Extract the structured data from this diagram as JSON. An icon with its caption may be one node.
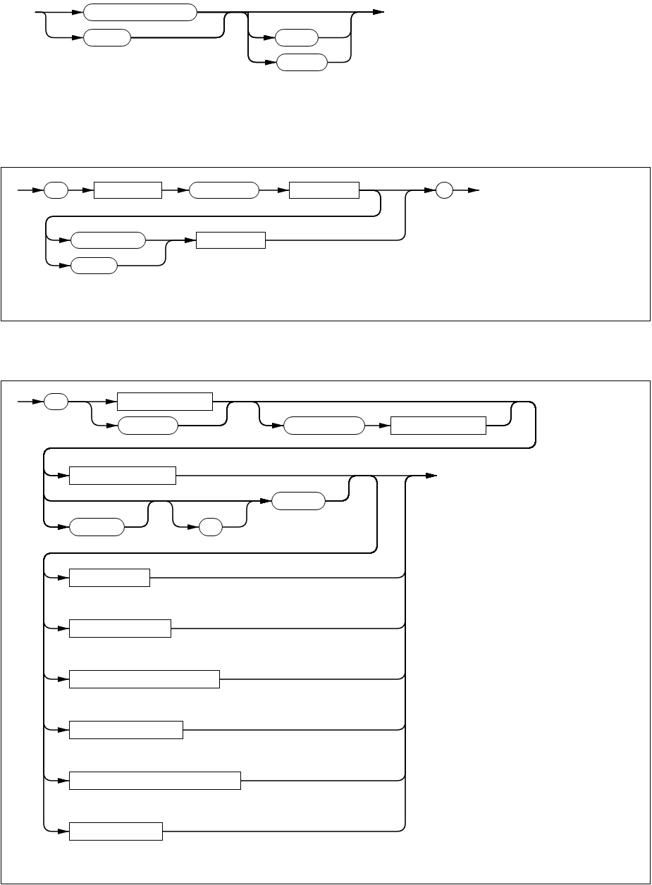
{
  "diagram": {
    "nodes": [
      {
        "text": [],
        "shape": "pill"
      },
      {
        "text": [],
        "shape": "pill"
      },
      {
        "text": [],
        "shape": "pill"
      },
      {
        "text": [],
        "shape": "pill"
      },
      {
        "text": [],
        "shape": "pill"
      },
      {
        "text": [],
        "shape": "box"
      },
      {
        "text": [],
        "shape": "pill"
      },
      {
        "text": [],
        "shape": "box"
      },
      {
        "text": [],
        "shape": "pill"
      },
      {
        "text": [],
        "shape": "pill"
      },
      {
        "text": [],
        "shape": "box"
      },
      {
        "text": [],
        "shape": "circle"
      },
      {
        "text": [],
        "shape": "pill"
      },
      {
        "text": [],
        "shape": "box"
      },
      {
        "text": [],
        "shape": "pill"
      },
      {
        "text": [],
        "shape": "pill"
      },
      {
        "text": [],
        "shape": "box"
      },
      {
        "text": [],
        "shape": "box"
      },
      {
        "text": [],
        "shape": "pill"
      },
      {
        "text": [],
        "shape": "pill"
      },
      {
        "text": [],
        "shape": "pill"
      },
      {
        "text": [],
        "shape": "box"
      },
      {
        "text": [],
        "shape": "box"
      },
      {
        "text": [],
        "shape": "box"
      },
      {
        "text": [],
        "shape": "box"
      },
      {
        "text": [],
        "shape": "box"
      },
      {
        "text": [],
        "shape": "box"
      }
    ],
    "edges": [
      {
        "from": null,
        "to": 0,
        "arrow": "to"
      },
      {
        "from": null,
        "to": 1,
        "arrow": "to"
      },
      {
        "from": 0,
        "to": 2,
        "arrow": "to"
      },
      {
        "from": 0,
        "to": 3,
        "arrow": "to"
      },
      {
        "from": 0,
        "to": null,
        "arrow": "to"
      },
      {
        "from": 1,
        "to": 2,
        "arrow": "to"
      },
      {
        "from": 1,
        "to": 3,
        "arrow": "to"
      },
      {
        "from": 1,
        "to": null,
        "arrow": "to"
      },
      {
        "from": 2,
        "to": null,
        "arrow": "to"
      },
      {
        "from": 3,
        "to": null,
        "arrow": "to"
      },
      {
        "from": null,
        "to": 4,
        "arrow": "to"
      },
      {
        "from": 4,
        "to": 5,
        "arrow": "to"
      },
      {
        "from": 5,
        "to": 6,
        "arrow": "to"
      },
      {
        "from": 6,
        "to": 7,
        "arrow": "to"
      },
      {
        "from": 7,
        "to": 11,
        "arrow": "to"
      },
      {
        "from": 7,
        "to": 8,
        "arrow": "to"
      },
      {
        "from": 7,
        "to": 9,
        "arrow": "to"
      },
      {
        "from": 8,
        "to": 10,
        "arrow": "to"
      },
      {
        "from": 9,
        "to": 10,
        "arrow": "to"
      },
      {
        "from": 10,
        "to": 11,
        "arrow": "to"
      },
      {
        "from": 11,
        "to": null,
        "arrow": "to"
      },
      {
        "from": null,
        "to": 12,
        "arrow": "to"
      },
      {
        "from": 12,
        "to": 13,
        "arrow": "to"
      },
      {
        "from": 12,
        "to": 14,
        "arrow": "to"
      },
      {
        "from": 13,
        "to": 15,
        "arrow": "to"
      },
      {
        "from": 14,
        "to": 15,
        "arrow": "to"
      },
      {
        "from": 15,
        "to": 16,
        "arrow": "to"
      },
      {
        "from": 13,
        "to": 17,
        "arrow": "to"
      },
      {
        "from": 13,
        "to": 18,
        "arrow": "to"
      },
      {
        "from": 13,
        "to": 19,
        "arrow": "to"
      },
      {
        "from": 14,
        "to": 17,
        "arrow": "to"
      },
      {
        "from": 14,
        "to": 18,
        "arrow": "to"
      },
      {
        "from": 14,
        "to": 19,
        "arrow": "to"
      },
      {
        "from": 16,
        "to": 17,
        "arrow": "to"
      },
      {
        "from": 16,
        "to": 18,
        "arrow": "to"
      },
      {
        "from": 16,
        "to": 19,
        "arrow": "to"
      },
      {
        "from": 19,
        "to": 20,
        "arrow": "to"
      },
      {
        "from": 19,
        "to": 18,
        "arrow": "to"
      },
      {
        "from": 20,
        "to": 18,
        "arrow": "to"
      },
      {
        "from": 18,
        "to": 21,
        "arrow": "to"
      },
      {
        "from": 18,
        "to": 22,
        "arrow": "to"
      },
      {
        "from": 18,
        "to": 23,
        "arrow": "to"
      },
      {
        "from": 18,
        "to": 24,
        "arrow": "to"
      },
      {
        "from": 18,
        "to": 25,
        "arrow": "to"
      },
      {
        "from": 18,
        "to": 26,
        "arrow": "to"
      },
      {
        "from": 21,
        "to": null,
        "arrow": "to"
      },
      {
        "from": 22,
        "to": null,
        "arrow": "to"
      },
      {
        "from": 23,
        "to": null,
        "arrow": "to"
      },
      {
        "from": 24,
        "to": null,
        "arrow": "to"
      },
      {
        "from": 25,
        "to": null,
        "arrow": "to"
      },
      {
        "from": 26,
        "to": null,
        "arrow": "to"
      },
      {
        "from": 17,
        "to": null,
        "arrow": "to"
      }
    ]
  }
}
